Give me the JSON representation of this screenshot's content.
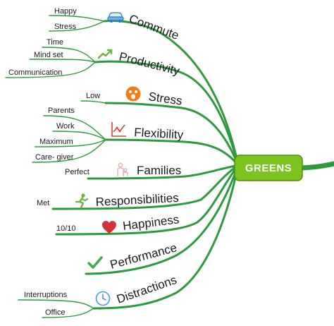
{
  "root": {
    "label": "GREENS",
    "color": "#7dc31f",
    "border": "#4e8f0d"
  },
  "line_color": "#2e9a3e",
  "branches": [
    {
      "label": "Commute",
      "icon": "car-icon",
      "leaves": [
        "Happy",
        "Stress"
      ]
    },
    {
      "label": "Productivity",
      "icon": "trend-up-icon",
      "leaves": [
        "Time",
        "Mind set",
        "Communication"
      ]
    },
    {
      "label": "Stress",
      "icon": "surprised-face-icon",
      "leaves": [
        "Low"
      ]
    },
    {
      "label": "Flexibility",
      "icon": "line-chart-icon",
      "leaves": [
        "Parents",
        "Work",
        "Maximum",
        "Care- giver"
      ]
    },
    {
      "label": "Families",
      "icon": "family-icon",
      "leaves": [
        "Perfect"
      ]
    },
    {
      "label": "Responsibilities",
      "icon": "running-person-icon",
      "leaves": [
        "Met"
      ]
    },
    {
      "label": "Happiness",
      "icon": "heart-icon",
      "leaves": [
        "10/10"
      ]
    },
    {
      "label": "Performance",
      "icon": "checkmark-icon",
      "leaves": []
    },
    {
      "label": "Distractions",
      "icon": "clock-icon",
      "leaves": [
        "Interruptions",
        "Office"
      ]
    }
  ]
}
